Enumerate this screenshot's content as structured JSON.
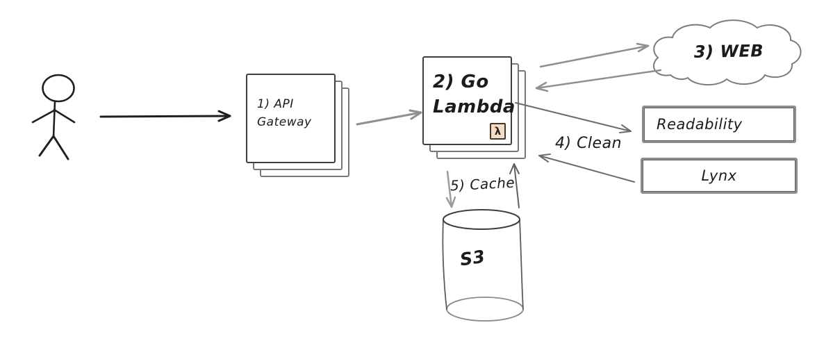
{
  "diagram": {
    "nodes": {
      "api_gateway": {
        "line1": "1) API",
        "line2": "Gateway"
      },
      "go_lambda": {
        "line1": "2) Go",
        "line2": "Lambda"
      },
      "web": {
        "label": "3) WEB"
      },
      "readability": {
        "label": "Readability"
      },
      "lynx": {
        "label": "Lynx"
      },
      "s3": {
        "label": "S3"
      }
    },
    "edge_labels": {
      "clean": "4) Clean",
      "cache": "5) Cache"
    },
    "icons": {
      "aws_lambda_glyph": "λ"
    },
    "colors": {
      "ink": "#1f1f1f",
      "box_border": "#3f3f3f",
      "stack_border": "#777777",
      "panel_border": "#8e8e8e",
      "arrow_gray": "#8f8f8f",
      "arrow_dark": "#636363",
      "lambda_badge_bg": "#f5dcc2",
      "lambda_badge_border": "#43362b"
    }
  }
}
